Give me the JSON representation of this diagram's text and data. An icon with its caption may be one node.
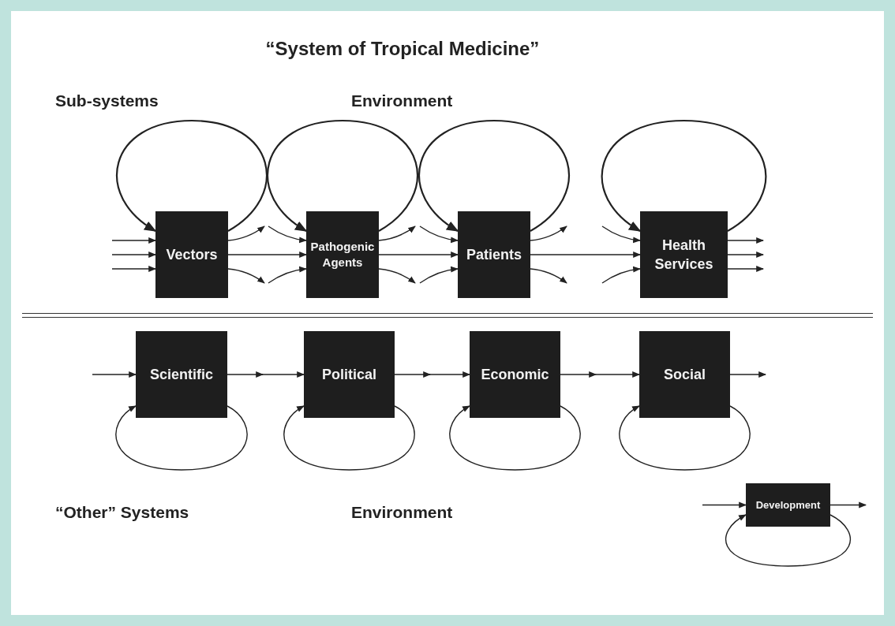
{
  "diagram": {
    "title": "“System of Tropical Medicine”",
    "nodes": [
      {
        "text": [
          "Vectors"
        ]
      },
      {
        "text": [
          "Pathogenic Agents"
        ]
      },
      {
        "text": [
          "Patients"
        ]
      },
      {
        "text": [
          "Health Services"
        ]
      },
      {
        "text": [
          "Scientific"
        ]
      },
      {
        "text": [
          "Political"
        ]
      },
      {
        "text": [
          "Economic"
        ]
      },
      {
        "text": [
          "Social"
        ]
      },
      {
        "text": [
          "Development"
        ]
      }
    ],
    "edges": [
      {
        "from": null,
        "to": 0,
        "arrow": "to"
      },
      {
        "from": null,
        "to": 0,
        "arrow": "to"
      },
      {
        "from": null,
        "to": 0,
        "arrow": "to"
      },
      {
        "from": 0,
        "to": 0,
        "arrow": "to"
      },
      {
        "from": 0,
        "to": 1,
        "arrow": "to"
      },
      {
        "from": 0,
        "to": null,
        "arrow": "to"
      },
      {
        "from": 0,
        "to": null,
        "arrow": "to"
      },
      {
        "from": null,
        "to": 1,
        "arrow": "to"
      },
      {
        "from": null,
        "to": 1,
        "arrow": "to"
      },
      {
        "from": 1,
        "to": 1,
        "arrow": "to"
      },
      {
        "from": 1,
        "to": 2,
        "arrow": "to"
      },
      {
        "from": 1,
        "to": null,
        "arrow": "to"
      },
      {
        "from": 1,
        "to": null,
        "arrow": "to"
      },
      {
        "from": null,
        "to": 2,
        "arrow": "to"
      },
      {
        "from": null,
        "to": 2,
        "arrow": "to"
      },
      {
        "from": 2,
        "to": 2,
        "arrow": "to"
      },
      {
        "from": 2,
        "to": 3,
        "arrow": "to"
      },
      {
        "from": 2,
        "to": null,
        "arrow": "to"
      },
      {
        "from": 2,
        "to": null,
        "arrow": "to"
      },
      {
        "from": null,
        "to": 3,
        "arrow": "to"
      },
      {
        "from": null,
        "to": 3,
        "arrow": "to"
      },
      {
        "from": 3,
        "to": 3,
        "arrow": "to"
      },
      {
        "from": 3,
        "to": null,
        "arrow": "to"
      },
      {
        "from": 3,
        "to": null,
        "arrow": "to"
      },
      {
        "from": 3,
        "to": null,
        "arrow": "to"
      },
      {
        "from": null,
        "to": 4,
        "arrow": "to"
      },
      {
        "from": 4,
        "to": 4,
        "arrow": "to"
      },
      {
        "from": 4,
        "to": null,
        "arrow": "to"
      },
      {
        "from": null,
        "to": 5,
        "arrow": "to"
      },
      {
        "from": 5,
        "to": 5,
        "arrow": "to"
      },
      {
        "from": 5,
        "to": null,
        "arrow": "to"
      },
      {
        "from": null,
        "to": 6,
        "arrow": "to"
      },
      {
        "from": 6,
        "to": 6,
        "arrow": "to"
      },
      {
        "from": 6,
        "to": null,
        "arrow": "to"
      },
      {
        "from": null,
        "to": 7,
        "arrow": "to"
      },
      {
        "from": 7,
        "to": 7,
        "arrow": "to"
      },
      {
        "from": 7,
        "to": null,
        "arrow": "to"
      },
      {
        "from": null,
        "to": 8,
        "arrow": "to"
      },
      {
        "from": 8,
        "to": null,
        "arrow": "to"
      },
      {
        "from": 8,
        "to": 8,
        "arrow": "to"
      }
    ],
    "labels": [
      "Sub-systems",
      "Environment",
      "“Other” Systems",
      "Environment"
    ]
  }
}
